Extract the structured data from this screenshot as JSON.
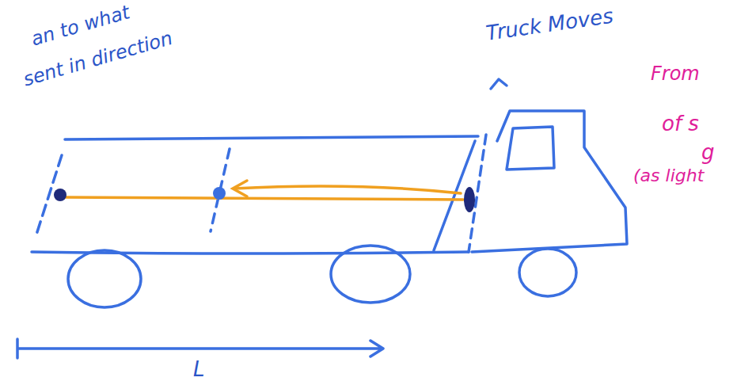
{
  "diagram": {
    "labels": [
      "an to what",
      "sent in direction",
      "Truck Moves",
      "From",
      "of s",
      "g",
      "(as light",
      "L"
    ]
  }
}
